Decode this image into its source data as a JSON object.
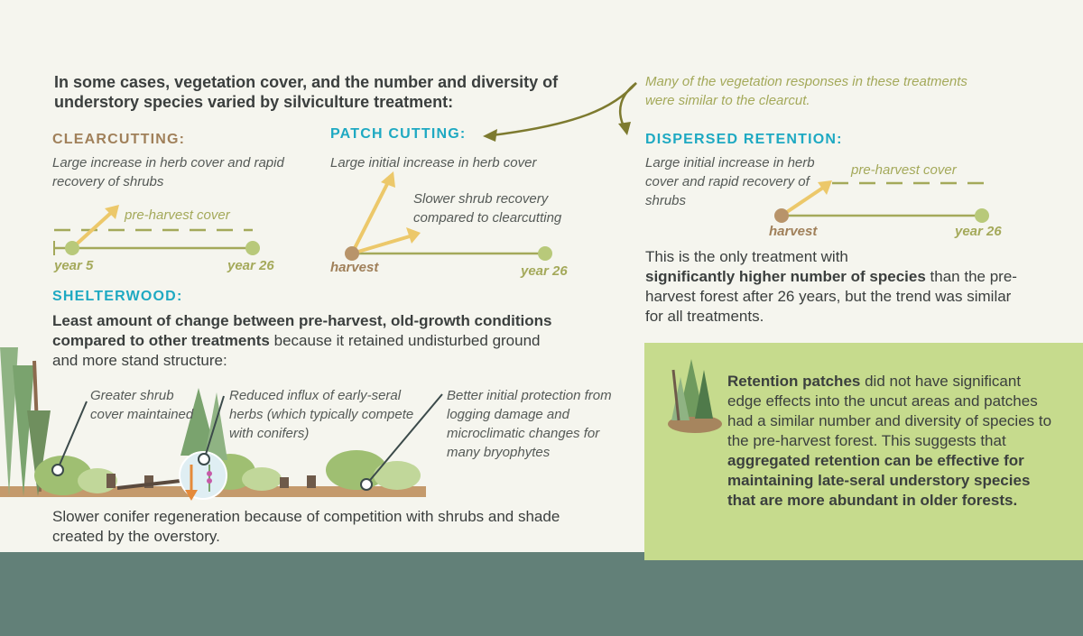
{
  "intro": "In some cases, vegetation cover, and the number and diversity of understory species varied by silviculture treatment:",
  "note": "Many of the vegetation responses in these treatments were similar to the clearcut.",
  "clearcutting": {
    "heading": "CLEARCUTTING:",
    "desc": "Large increase in herb cover and rapid recovery of shrubs",
    "pre_harvest": "pre-harvest cover",
    "start": "year 5",
    "end": "year 26"
  },
  "patch": {
    "heading": "PATCH CUTTING:",
    "desc": "Large initial increase in herb cover",
    "shrub": "Slower shrub recovery compared to clearcutting",
    "start": "harvest",
    "end": "year 26"
  },
  "dispersed": {
    "heading": "DISPERSED RETENTION:",
    "desc": "Large initial increase in herb cover and rapid recovery of shrubs",
    "pre_harvest": "pre-harvest cover",
    "start": "harvest",
    "end": "year 26",
    "body_pre": "This is the only treatment with",
    "body_bold": "significantly higher number of species",
    "body_post": "than the pre-harvest forest after 26 years, but the trend was similar for all treatments."
  },
  "shelterwood": {
    "heading": "SHELTERWOOD:",
    "body_bold": "Least amount of change between pre-harvest, old-growth conditions compared to other treatments",
    "body_rest": "because it retained undisturbed ground and more stand structure:",
    "callout1": "Greater shrub cover maintained",
    "callout2": "Reduced influx of early-seral herbs (which typically compete with conifers)",
    "callout3": "Better initial protection from logging damage and microclimatic changes for many bryophytes",
    "footer": "Slower conifer regeneration because of competition with shrubs and shade created by the overstory."
  },
  "retention": {
    "bold1": "Retention patches",
    "text1": "did not have significant edge effects into the uncut areas and patches had a similar number and diversity of species to the pre-harvest forest. This suggests that",
    "bold2": "aggregated retention can be effective for maintaining late-seral understory species that are more abundant in older forests."
  },
  "colors": {
    "background": "#f5f5ee",
    "ground": "#628078",
    "green_box": "#c6db8d",
    "brown": "#a0805a",
    "teal": "#1ea9c2",
    "olive": "#a4a95a",
    "arrow_yellow": "#ecc86a"
  }
}
